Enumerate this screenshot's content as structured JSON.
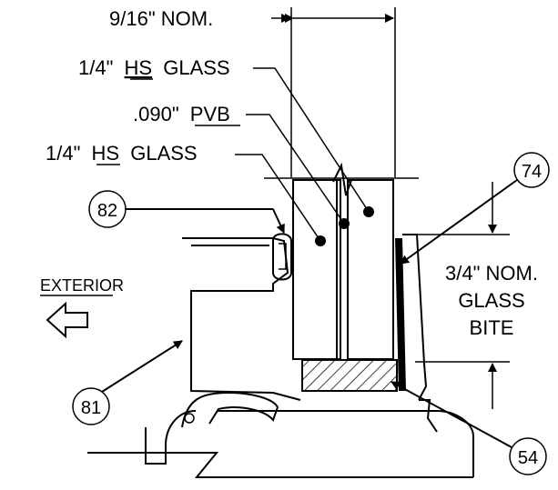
{
  "labels": {
    "nominal_width": "9/16\" NOM.",
    "glass_outer": {
      "thickness": "1/4\"",
      "type": "HS",
      "material": "GLASS"
    },
    "interlayer": {
      "thickness": ".090\"",
      "type": "PVB"
    },
    "glass_inner": {
      "thickness": "1/4\"",
      "type": "HS",
      "material": "GLASS"
    },
    "glass_bite": {
      "line1": "3/4\" NOM.",
      "line2": "GLASS",
      "line3": "BITE"
    },
    "exterior": "EXTERIOR"
  },
  "callouts": {
    "c74": "74",
    "c82": "82",
    "c81": "81",
    "c54": "54"
  },
  "icons": {
    "exterior_arrow": "arrow-left-outline-icon"
  }
}
